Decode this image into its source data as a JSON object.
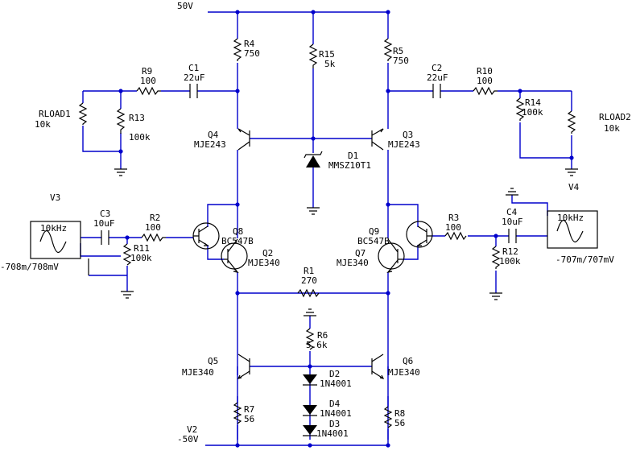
{
  "colors": {
    "wire": "#0000cc",
    "component": "#000000",
    "background": "#ffffff"
  },
  "rails": {
    "vpos": "50V",
    "vneg": "-50V",
    "vneg_name": "V2"
  },
  "resistors": {
    "R4": {
      "name": "R4",
      "value": "750"
    },
    "R15": {
      "name": "R15",
      "value": "5k"
    },
    "R5": {
      "name": "R5",
      "value": "750"
    },
    "R9": {
      "name": "R9",
      "value": "100"
    },
    "R13": {
      "name": "R13",
      "value": "100k"
    },
    "R10": {
      "name": "R10",
      "value": "100"
    },
    "R14": {
      "name": "R14",
      "value": "100k"
    },
    "R2": {
      "name": "R2",
      "value": "100"
    },
    "R11": {
      "name": "R11",
      "value": "100k"
    },
    "R3": {
      "name": "R3",
      "value": "100"
    },
    "R12": {
      "name": "R12",
      "value": "100k"
    },
    "R1": {
      "name": "R1",
      "value": "270"
    },
    "R6": {
      "name": "R6",
      "value": "5.6k"
    },
    "R7": {
      "name": "R7",
      "value": "56"
    },
    "R8": {
      "name": "R8",
      "value": "56"
    }
  },
  "loads": {
    "RLOAD1": {
      "name": "RLOAD1",
      "value": "10k"
    },
    "RLOAD2": {
      "name": "RLOAD2",
      "value": "10k"
    }
  },
  "capacitors": {
    "C1": {
      "name": "C1",
      "value": "22uF"
    },
    "C2": {
      "name": "C2",
      "value": "22uF"
    },
    "C3": {
      "name": "C3",
      "value": "10uF"
    },
    "C4": {
      "name": "C4",
      "value": "10uF"
    }
  },
  "transistors": {
    "Q4": {
      "name": "Q4",
      "part": "MJE243"
    },
    "Q3": {
      "name": "Q3",
      "part": "MJE243"
    },
    "Q8": {
      "name": "Q8",
      "part": "BC547B"
    },
    "Q2": {
      "name": "Q2",
      "part": "MJE340"
    },
    "Q9": {
      "name": "Q9",
      "part": "BC547B"
    },
    "Q7": {
      "name": "Q7",
      "part": "MJE340"
    },
    "Q5": {
      "name": "Q5",
      "part": "MJE340"
    },
    "Q6": {
      "name": "Q6",
      "part": "MJE340"
    }
  },
  "diodes": {
    "D1": {
      "name": "D1",
      "part": "MMSZ10T1"
    },
    "D2": {
      "name": "D2",
      "part": "1N4001"
    },
    "D4": {
      "name": "D4",
      "part": "1N4001"
    },
    "D3": {
      "name": "D3",
      "part": "1N4001"
    }
  },
  "sources": {
    "V3": {
      "name": "V3",
      "freq": "10kHz",
      "amplitude": "-708m/708mV"
    },
    "V4": {
      "name": "V4",
      "freq": "10kHz",
      "amplitude": "-707m/707mV"
    }
  }
}
